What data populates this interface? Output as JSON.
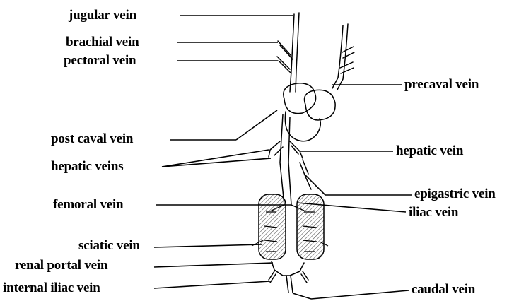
{
  "labels": {
    "jugular_vein": "jugular vein",
    "brachial_vein": "brachial vein",
    "pectoral_vein": "pectoral vein",
    "precaval_vein": "precaval vein",
    "post_caval_vein": "post caval vein",
    "hepatic_vein": "hepatic vein",
    "hepatic_veins": "hepatic veins",
    "femoral_vein": "femoral vein",
    "epigastric_vein": "epigastric vein",
    "iliac_vein": "iliac vein",
    "sciatic_vein": "sciatic vein",
    "renal_portal_vein": "renal portal vein",
    "internal_iliac_vein": "internal iliac vein",
    "caudal_vein": "caudal vein"
  },
  "colors": {
    "line": "#000000",
    "background": "#ffffff",
    "kidney_hatch": "#555555"
  }
}
